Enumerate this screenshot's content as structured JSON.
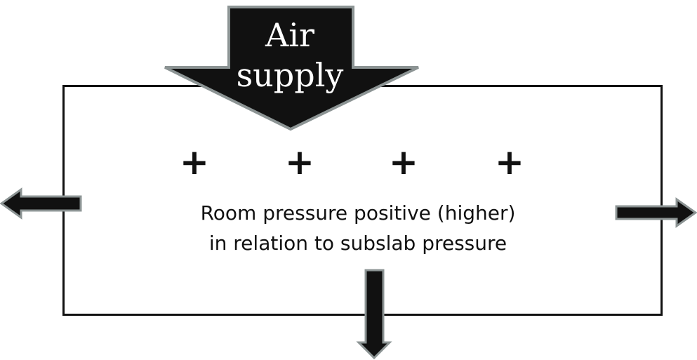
{
  "supply": {
    "line1": "Air",
    "line2": "supply"
  },
  "pressure_signs": [
    "+",
    "+",
    "+",
    "+"
  ],
  "room_label": {
    "line1": "Room pressure positive (higher)",
    "line2": "in relation to subslab pressure"
  },
  "colors": {
    "arrow_fill": "#111111",
    "arrow_outline": "#8c9494",
    "room_outline": "#111111",
    "text": "#111111",
    "supply_text": "#ffffff"
  }
}
